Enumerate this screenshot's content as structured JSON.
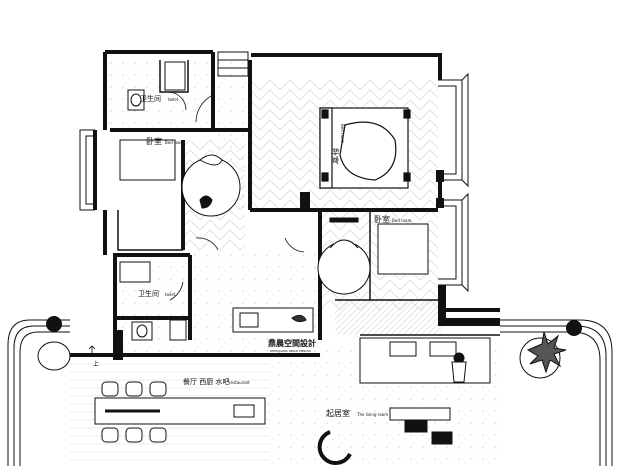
{
  "rooms": {
    "toilet_top": {
      "cn": "卫生间",
      "en": "toilet"
    },
    "bedroom_left": {
      "cn": "卧室",
      "en": "Bed room"
    },
    "master_bedroom": {
      "cn": "卧室",
      "en": "Bed room"
    },
    "bedroom_right": {
      "cn": "卧室",
      "en": "Bed room"
    },
    "toilet_bottom": {
      "cn": "卫生间",
      "en": "toilet"
    },
    "dining": {
      "cn": "餐厅 西厨 水吧",
      "en": "restaurant"
    },
    "living": {
      "cn": "起居室",
      "en": "The living room"
    }
  },
  "logo": {
    "cn": "鼎晨空間設計",
    "en": "ZHEN JIANG SPACE DESIGN"
  },
  "marks": {
    "up_arrow": "上"
  },
  "colors": {
    "wall": "#111111",
    "floor_hatch": "#dcdcdc",
    "terrazzo": "#c8c8c8",
    "paper": "#ffffff"
  }
}
